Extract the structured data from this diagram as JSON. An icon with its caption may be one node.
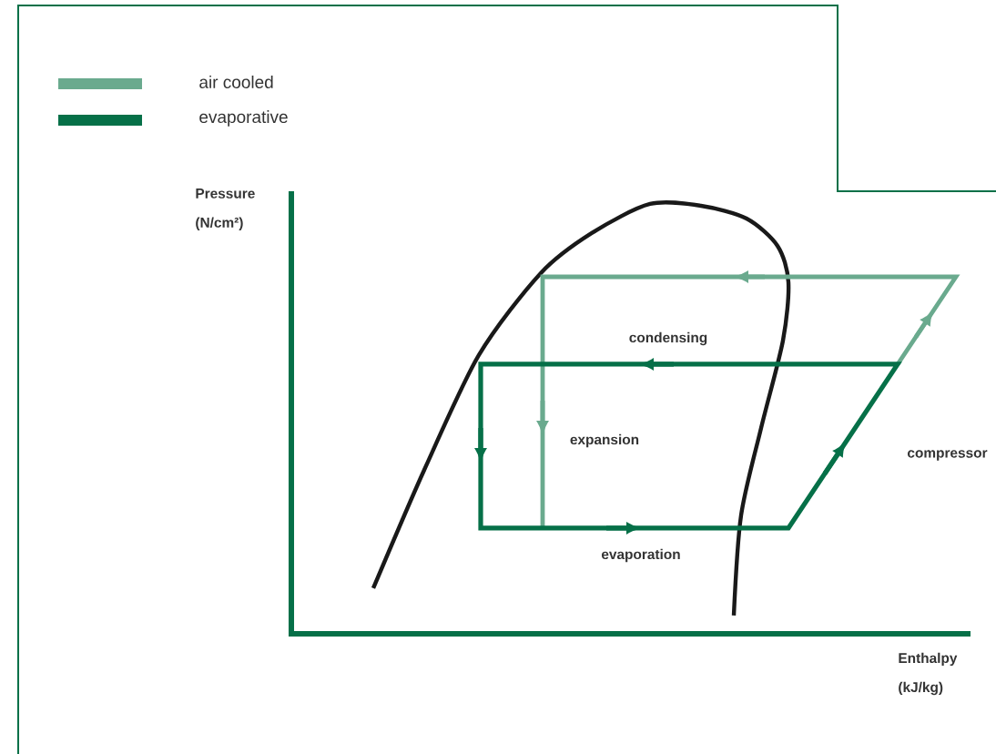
{
  "diagram": {
    "labels": [
      "Pressure (N/cm²)",
      "condensing",
      "expansion",
      "compressor",
      "evaporation",
      "Enthalpy (kJ/kg)"
    ],
    "legend": [
      {
        "text": "air cooled",
        "color": "#6aaa8e"
      },
      {
        "text": "evaporative",
        "color": "#067048"
      }
    ]
  }
}
